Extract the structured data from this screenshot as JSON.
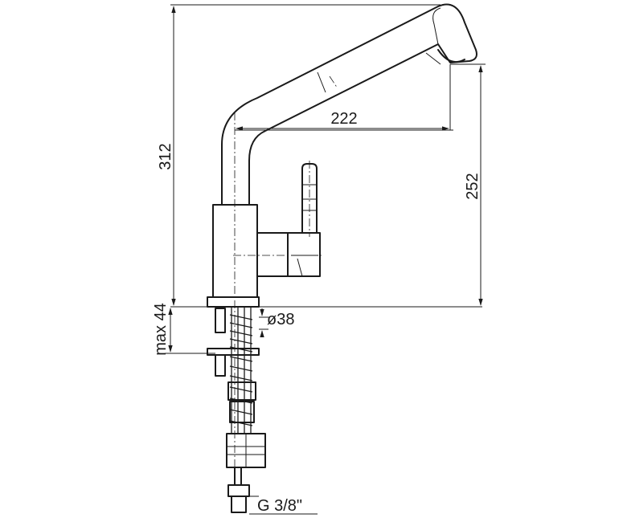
{
  "dimensions": {
    "overall_height": "312",
    "reach": "222",
    "spout_height": "252",
    "base_diameter": "ø38",
    "max_counter_thickness": "max 44",
    "connection_thread": "G 3/8\""
  }
}
